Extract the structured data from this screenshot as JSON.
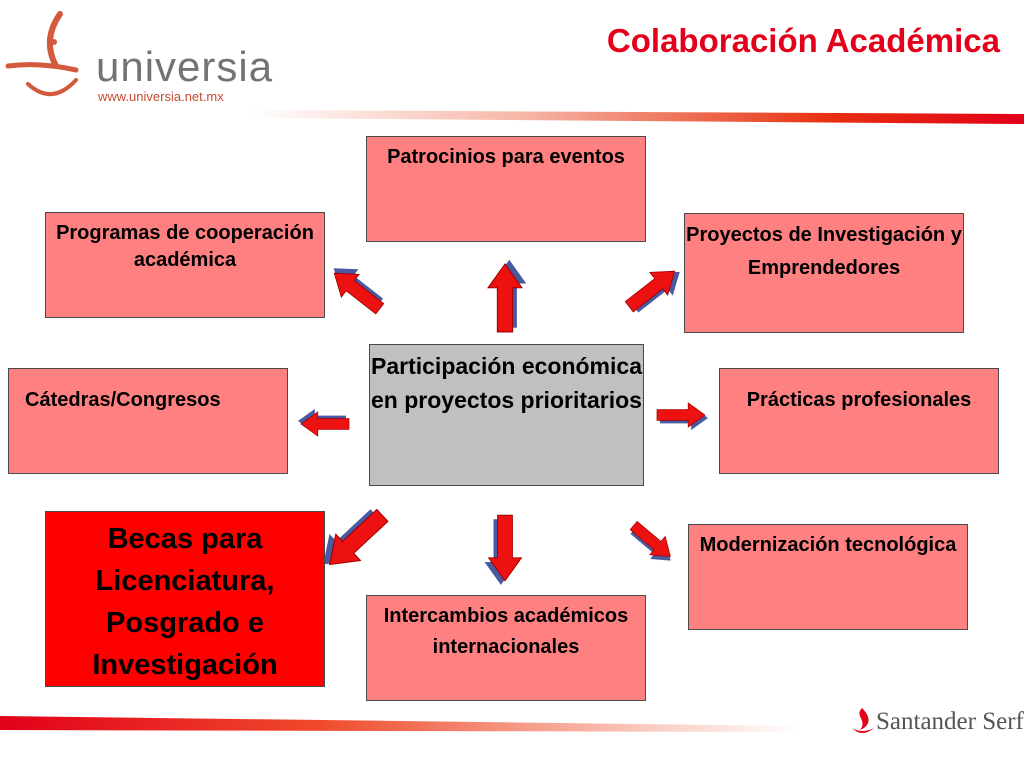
{
  "header": {
    "title": "Colaboración Académica",
    "logo_name": "universia",
    "logo_url": "www.universia.net.mx"
  },
  "diagram": {
    "center": "Participación económica en proyectos prioritarios",
    "nodes": {
      "patrocinios": "Patrocinios para eventos",
      "programas": "Programas de cooperación académica",
      "proyectos": "Proyectos de Investigación y Emprendedores",
      "catedras": "Cátedras/Congresos",
      "practicas": "Prácticas profesionales",
      "becas": "Becas para Licenciatura, Posgrado e Investigación",
      "intercambios": "Intercambios académicos internacionales",
      "modernizacion": "Modernización tecnológica"
    }
  },
  "footer": {
    "sponsor": "Santander Serfin"
  },
  "colors": {
    "title": "#e2001a",
    "box": "#ff8080",
    "center_box": "#c0c0c0",
    "highlight_box": "#ff0000",
    "arrow": "#ee1111",
    "arrow_shadow": "#4a5aa0"
  }
}
